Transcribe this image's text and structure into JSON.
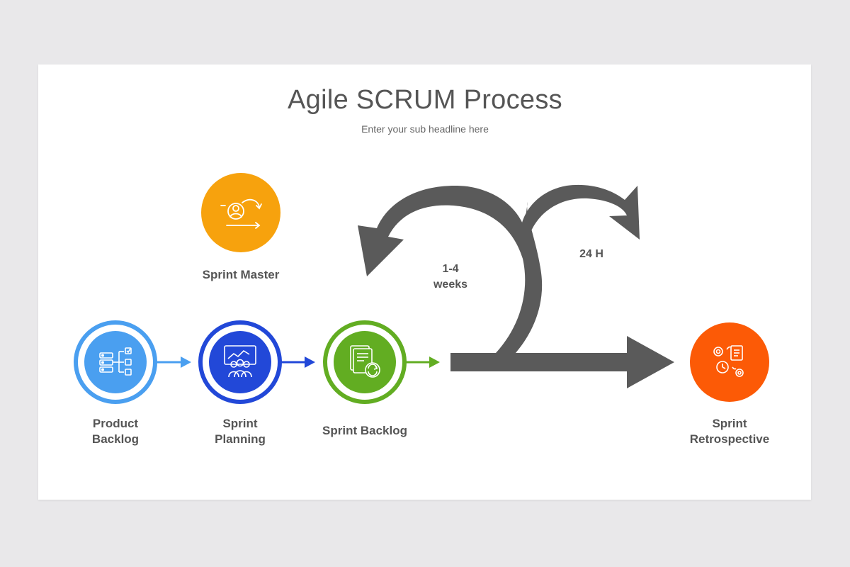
{
  "title": "Agile SCRUM Process",
  "subtitle": "Enter your sub headline here",
  "colors": {
    "background": "#e9e8ea",
    "slide": "#ffffff",
    "text": "#555555",
    "arrow": "#5a5a5a",
    "product_backlog": "#4a9ff0",
    "sprint_planning": "#2248d8",
    "sprint_backlog": "#62ad22",
    "sprint_master": "#f7a20d",
    "sprint_retrospective": "#fc5a06"
  },
  "stages": {
    "sprint_master": {
      "label": "Sprint Master",
      "icon": "person-cycle-icon"
    },
    "product_backlog": {
      "label_line1": "Product",
      "label_line2": "Backlog",
      "icon": "task-list-icon"
    },
    "sprint_planning": {
      "label_line1": "Sprint",
      "label_line2": "Planning",
      "icon": "team-presentation-icon"
    },
    "sprint_backlog": {
      "label": "Sprint Backlog",
      "icon": "document-refresh-icon"
    },
    "sprint_retrospective": {
      "label_line1": "Sprint",
      "label_line2": "Retrospective",
      "icon": "gears-documents-icon"
    }
  },
  "cycle": {
    "sprint_line1": "1-4",
    "sprint_line2": "weeks",
    "daily": "24 H"
  }
}
